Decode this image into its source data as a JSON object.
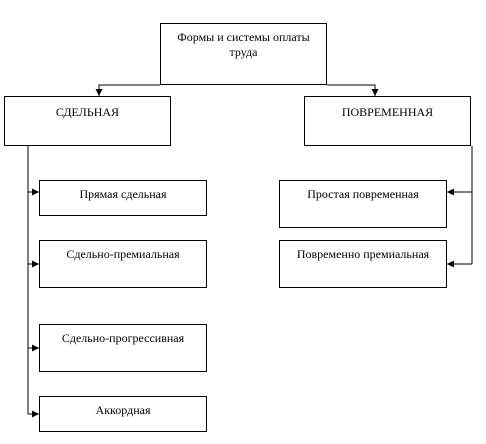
{
  "diagram": {
    "root": {
      "label": "Формы и системы оплаты труда"
    },
    "branches": [
      {
        "label": "СДЕЛЬНАЯ",
        "children": [
          "Прямая сдельная",
          "Сдельно-премиальная",
          "Сдельно-прогрессивная",
          "Аккордная"
        ]
      },
      {
        "label": "ПОВРЕМЕННАЯ",
        "children": [
          "Простая повременная",
          "Повременно премиальная"
        ]
      }
    ]
  }
}
